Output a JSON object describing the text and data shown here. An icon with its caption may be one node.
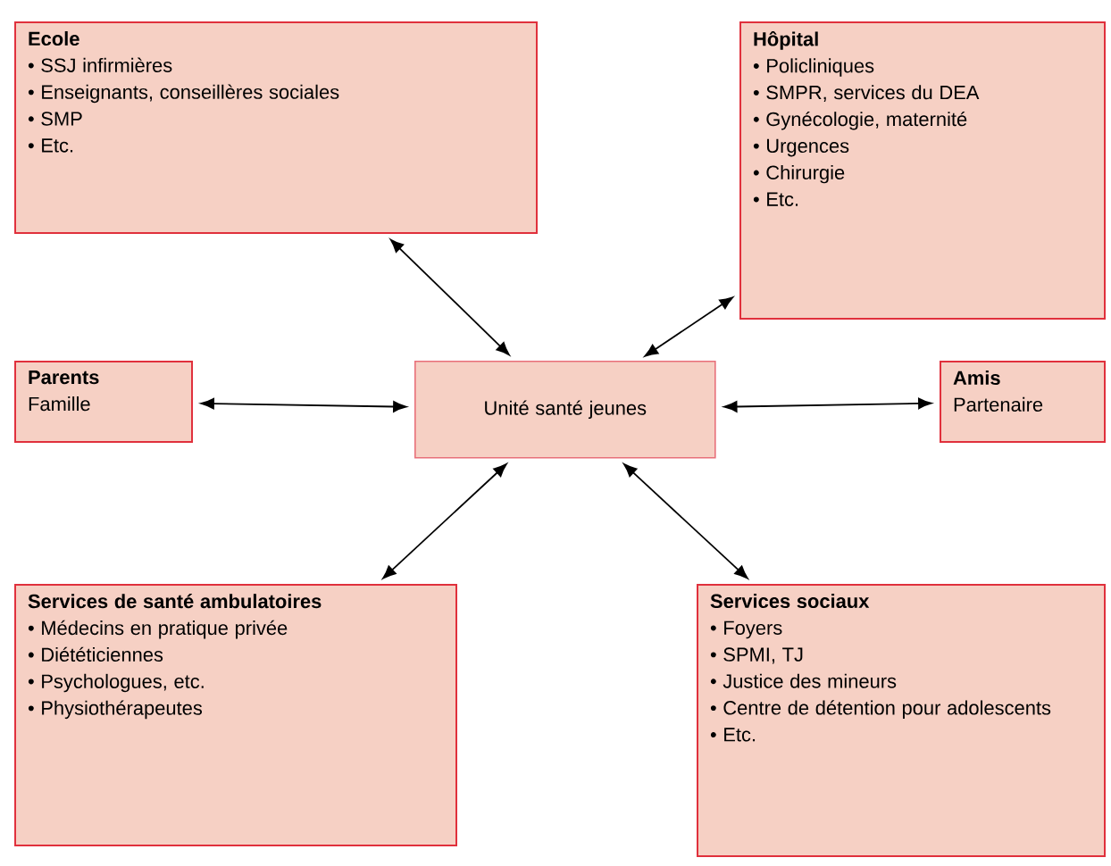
{
  "diagram": {
    "nodes": [
      {
        "text": [
          "Ecole",
          "• SSJ infirmières",
          "• Enseignants, conseillères sociales",
          "• SMP",
          "• Etc."
        ]
      },
      {
        "text": [
          "Hôpital",
          "• Policliniques",
          "• SMPR, services du DEA",
          "• Gynécologie, maternité",
          "• Urgences",
          "• Chirurgie",
          "• Etc."
        ]
      },
      {
        "text": [
          "Parents",
          "Famille"
        ]
      },
      {
        "text": [
          "Unité santé jeunes"
        ]
      },
      {
        "text": [
          "Amis",
          "Partenaire"
        ]
      },
      {
        "text": [
          "Services de santé ambulatoires",
          "• Médecins en pratique privée",
          "• Diététiciennes",
          "• Psychologues, etc.",
          "• Physiothérapeutes"
        ]
      },
      {
        "text": [
          "Services sociaux",
          "• Foyers",
          "• SPMI, TJ",
          "• Justice des mineurs",
          "• Centre de détention pour adolescents",
          "• Etc."
        ]
      }
    ],
    "edges": [
      {
        "from": 3,
        "to": 0,
        "arrow": "both"
      },
      {
        "from": 3,
        "to": 1,
        "arrow": "both"
      },
      {
        "from": 3,
        "to": 2,
        "arrow": "both"
      },
      {
        "from": 3,
        "to": 4,
        "arrow": "both"
      },
      {
        "from": 3,
        "to": 5,
        "arrow": "both"
      },
      {
        "from": 3,
        "to": 6,
        "arrow": "both"
      }
    ]
  }
}
